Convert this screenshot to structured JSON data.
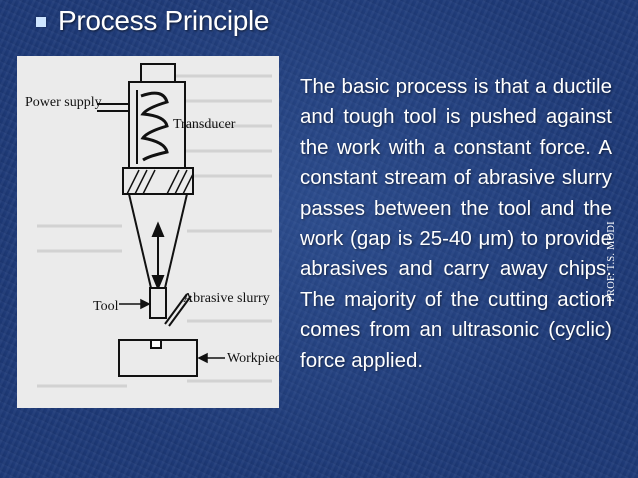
{
  "slide": {
    "title": "Process Principle",
    "body": "The basic process is that a ductile and tough tool is pushed against the work with a constant force. A constant stream of abrasive slurry passes between the tool and the work (gap is 25-40 μm) to provide abrasives and carry away chips. The majority of the cutting action comes from an ultrasonic (cyclic) force applied.",
    "watermark": "PROF. T.S. MODI"
  },
  "figure": {
    "labels": {
      "power_supply": "Power supply",
      "transducer": "Transducer",
      "abrasive_slurry": "Abrasive slurry",
      "tool": "Tool",
      "workpiece": "Workpiece"
    }
  },
  "colors": {
    "background": "#1e3a78",
    "text": "#ffffff",
    "bullet": "#cfe6ff",
    "figure_bg": "#ebebeb"
  }
}
